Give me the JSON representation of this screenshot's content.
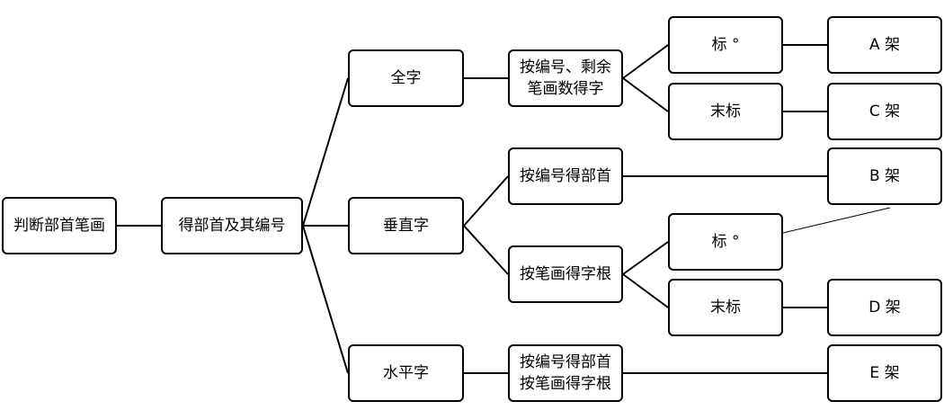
{
  "nodes": {
    "n_root": "判断部首笔画",
    "n_radical": "得部首及其编号",
    "n_full": "全字",
    "n_vertical": "垂直字",
    "n_horizontal": "水平字",
    "n_full_step": "按编号、剩余\n笔画数得字",
    "n_vert_step1": "按编号得部首",
    "n_vert_step2": "按笔画得字根",
    "n_horiz_step": "按编号得部首\n按笔画得字根",
    "n_mark1": "标 °",
    "n_unmark1": "末标",
    "n_mark2": "标 °",
    "n_unmark2": "末标",
    "n_shelf_a": "A 架",
    "n_shelf_c": "C 架",
    "n_shelf_b": "B 架",
    "n_shelf_d": "D 架",
    "n_shelf_e": "E 架"
  }
}
